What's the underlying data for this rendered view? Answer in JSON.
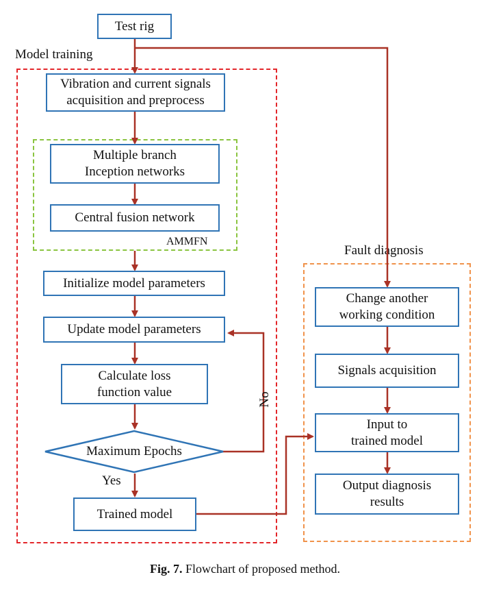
{
  "regions": {
    "model_training": "Model training",
    "fault_diagnosis": "Fault diagnosis",
    "ammfn": "AMMFN"
  },
  "nodes": {
    "test_rig": "Test rig",
    "acquisition": "Vibration and current signals\nacquisition and preprocess",
    "inception": "Multiple branch\nInception networks",
    "fusion": "Central fusion network",
    "init": "Initialize model parameters",
    "update": "Update model parameters",
    "loss": "Calculate loss\nfunction value",
    "decision": "Maximum Epochs",
    "trained": "Trained model",
    "change": "Change another\nworking condition",
    "signals": "Signals acquisition",
    "input": "Input to\ntrained model",
    "output": "Output diagnosis\nresults"
  },
  "edge_labels": {
    "no": "No",
    "yes": "Yes"
  },
  "caption": {
    "label": "Fig. 7.",
    "text": "Flowchart of proposed method."
  },
  "colors": {
    "arrow": "#a93226",
    "box_border": "#2f74b5",
    "model_training_border": "#e3262a",
    "ammfn_border": "#8ac43f",
    "fault_diagnosis_border": "#f0924a"
  }
}
